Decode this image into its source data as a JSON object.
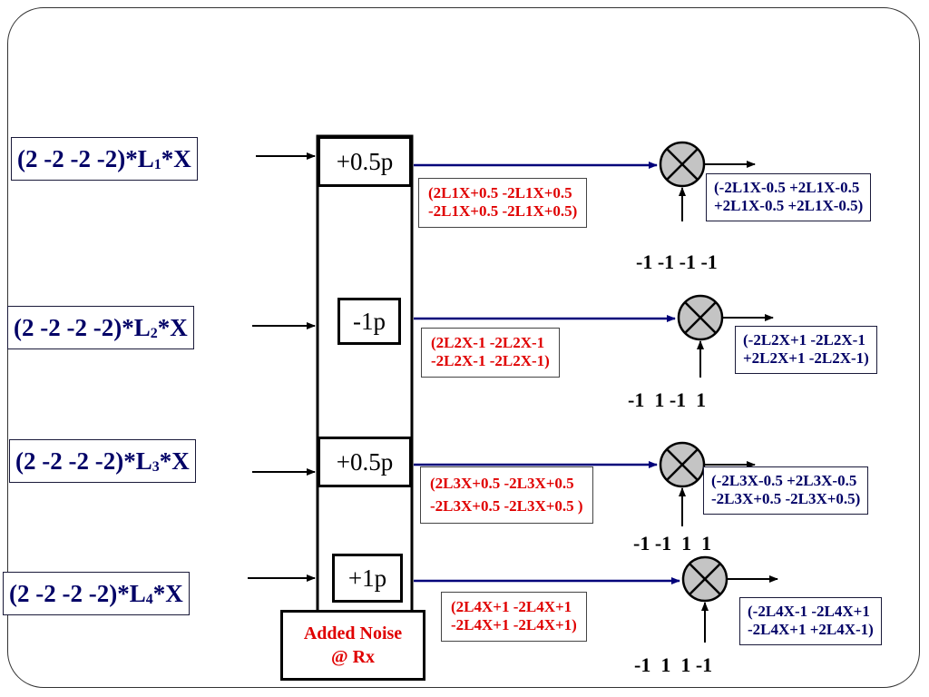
{
  "inputs": [
    {
      "prefix": "(2 -2 -2 -2)*L",
      "index": "1",
      "suffix": "*X"
    },
    {
      "prefix": "(2 -2 -2 -2)*L",
      "index": "2",
      "suffix": "*X"
    },
    {
      "prefix": "(2 -2 -2 -2)*L",
      "index": "3",
      "suffix": "*X"
    },
    {
      "prefix": "(2 -2 -2 -2)*L",
      "index": "4",
      "suffix": "*X"
    }
  ],
  "noise_values": [
    "+0.5p",
    "-1p",
    "+0.5p",
    "+1p"
  ],
  "noisy_signals": [
    {
      "line1": "(2L1X+0.5 -2L1X+0.5",
      "line2": "-2L1X+0.5 -2L1X+0.5)"
    },
    {
      "line1": "(2L2X-1 -2L2X-1",
      "line2": "-2L2X-1 -2L2X-1)"
    },
    {
      "line1": "(2L3X+0.5 -2L3X+0.5",
      "line2": "-2L3X+0.5 -2L3X+0.5 )"
    },
    {
      "line1": "(2L4X+1 -2L4X+1",
      "line2": "-2L4X+1 -2L4X+1)"
    }
  ],
  "spreading_codes": [
    "-1 -1 -1 -1",
    "-1  1 -1  1",
    "-1 -1  1  1",
    "-1  1  1 -1"
  ],
  "outputs": [
    {
      "line1": "(-2L1X-0.5 +2L1X-0.5",
      "line2": "+2L1X-0.5 +2L1X-0.5)"
    },
    {
      "line1": "(-2L2X+1 -2L2X-1",
      "line2": "+2L2X+1 -2L2X-1)"
    },
    {
      "line1": "(-2L3X-0.5 +2L3X-0.5",
      "line2": "-2L3X+0.5 -2L3X+0.5)"
    },
    {
      "line1": "(-2L4X-1 -2L4X+1",
      "line2": "-2L4X+1 +2L4X-1)"
    }
  ],
  "noise_block": {
    "line1": "Added Noise",
    "line2": "@ Rx"
  },
  "colors": {
    "signal_line": "#00007a",
    "red_text": "#e00000",
    "blue_text": "#000066",
    "multiplier_fill": "#c4c4c4"
  }
}
